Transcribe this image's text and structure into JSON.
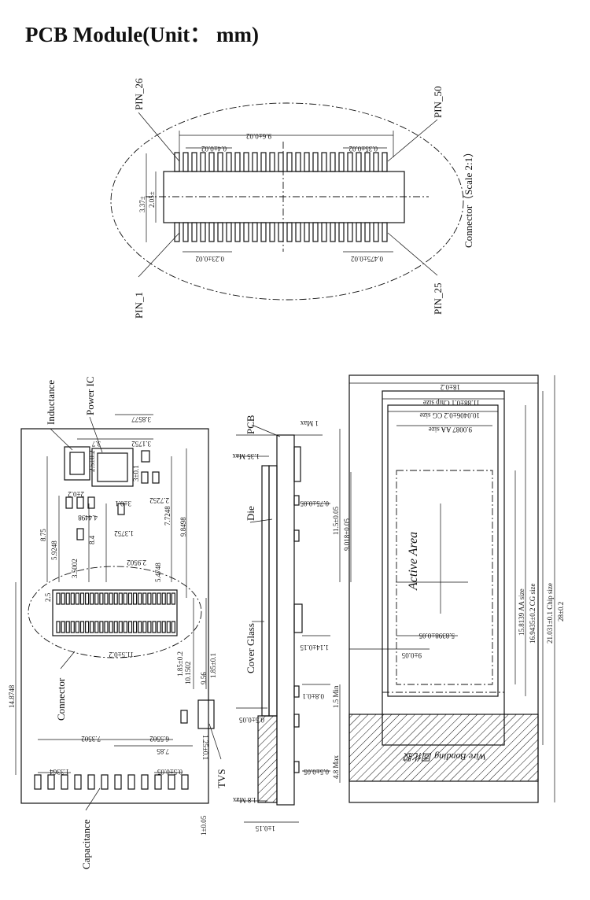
{
  "title": "PCB Module(Unit： mm)",
  "connector": {
    "pin_26": "PIN_26",
    "pin_50": "PIN_50",
    "pin_1": "PIN_1",
    "pin_25": "PIN_25",
    "caption": "Connector（Scale 2:1）",
    "dim_width": "9.6±0.02",
    "dim_pitch_top": "0.4±0.02",
    "dim_pad_top": "0.35±0.02",
    "dim_pad_bottom": "0.23±0.02",
    "dim_end_bottom": "0.475±0.02",
    "dim_height_outer": "3.37±",
    "dim_height_inner": "2.05±"
  },
  "front": {
    "inductance": "Inductance",
    "power_ic": "Power IC",
    "connector": "Connector",
    "capacitance": "Capacitance",
    "tvs": "TVS",
    "dims": {
      "d3_8577": "3.8577",
      "d3_1752": "3.1752",
      "d3_7": "3.7",
      "d2_5": "2.5±0.2",
      "d3_0_1": "3±0.1",
      "d2_0_2": "2±0.2",
      "d3_0_1b": "3±0.1",
      "d2_7252": "2.7252",
      "d4_4498": "4.4498",
      "d8_75": "8.75",
      "d5_9248": "5.9248",
      "d8_4": "8.4",
      "d1_3752": "1.3752",
      "d7_7248": "7.7248",
      "d9_8498": "9.8498",
      "d3_5002": "3.5002",
      "d2_9502": "2.9502",
      "d5_4748": "5.4748",
      "d2_5s": "2.5",
      "d11_5": "11.5±0.2",
      "d1_85": "1.85±0.2",
      "d10_1502": "10.1502",
      "d9_56": "9.56",
      "d1_85_0_1": "1.85±0.1",
      "d14_8748": "14.8748",
      "d7_3502": "7.3502",
      "d6_5502": "6.5502",
      "d7_85": "7.85",
      "d1_25": "1.25±0.1",
      "d1_3364": "1.3364",
      "d0_5": "0.5±0.05",
      "d1_0_05": "1±0.05"
    }
  },
  "side": {
    "pcb": "PCB",
    "die": "Die",
    "cover_glass": "Cover Glass",
    "dims": {
      "d1_max": "1 Max",
      "d1_35max": "1.35 Max",
      "d0_75": "0.75±0.05",
      "d1_14": "1.14±0.15",
      "d0_8": "0.8±0.1",
      "d0_5a": "0.5±0.05",
      "d0_5b": "0.5±0.05",
      "d1_8max": "1.8 Max",
      "d1_0_15": "1±0.15"
    }
  },
  "display": {
    "active_area": "Active Area",
    "wire_bonding": "Wire Bonding 固化胶",
    "dims": {
      "d18": "18±0.2",
      "d11_88": "11.88±0.1 Chip size",
      "d10_0406": "10.0406±0.2 CG size",
      "d9_0087": "9.0087 AA size",
      "d11_5": "11.5±0.05",
      "d9_018": "9.018±0.05",
      "d5_8398": "5.8398±0.05",
      "d9_05": "9±0.05",
      "d1_5min": "1.5 Min",
      "d4_8max": "4.8 Max",
      "d15_8139": "15.8139 AA size",
      "d16_9435": "16.9435±0.2 CG size",
      "d21_031": "21.031±0.1 Chip size",
      "d28": "28±0.2"
    }
  }
}
